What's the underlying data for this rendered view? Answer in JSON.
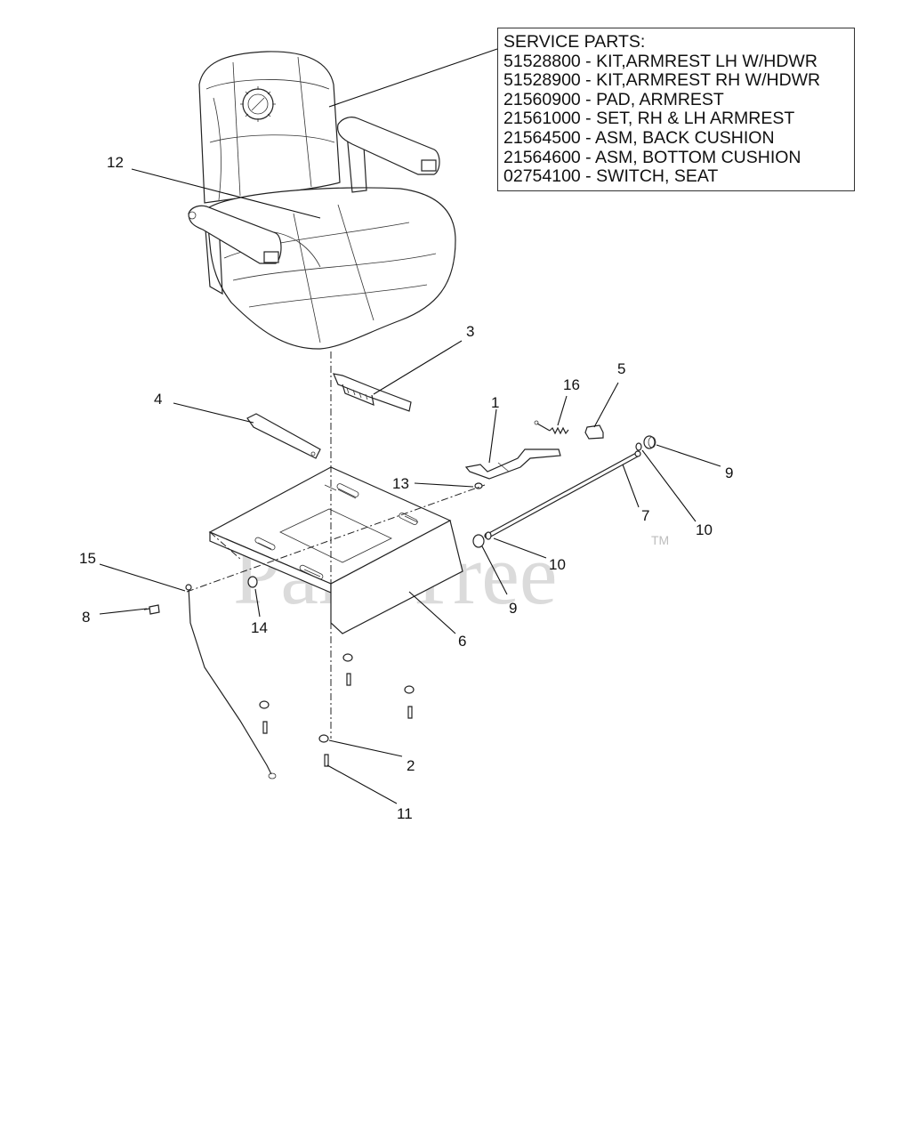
{
  "service_parts": {
    "title": "SERVICE PARTS:",
    "items": [
      "51528800 - KIT,ARMREST LH W/HDWR",
      "51528900 - KIT,ARMREST RH W/HDWR",
      "21560900 - PAD, ARMREST",
      "21561000 - SET, RH & LH ARMREST",
      "21564500 - ASM, BACK CUSHION",
      "21564600 - ASM, BOTTOM CUSHION",
      "02754100 - SWITCH, SEAT"
    ]
  },
  "callouts": {
    "c1": "1",
    "c2": "2",
    "c3": "3",
    "c4": "4",
    "c5": "5",
    "c6": "6",
    "c7": "7",
    "c8": "8",
    "c9a": "9",
    "c9b": "9",
    "c10a": "10",
    "c10b": "10",
    "c11": "11",
    "c12": "12",
    "c13": "13",
    "c14": "14",
    "c15": "15",
    "c16": "16"
  },
  "watermark": {
    "text": "PartsTree",
    "tm": "TM"
  }
}
